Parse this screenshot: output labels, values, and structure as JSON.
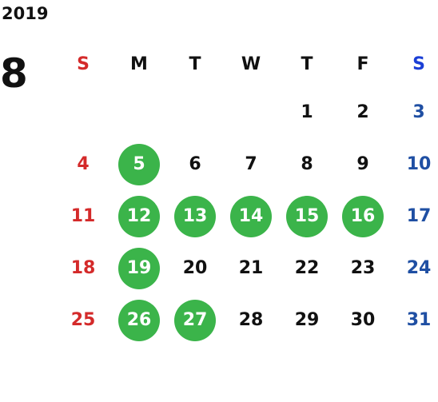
{
  "year": "2019",
  "month": "8",
  "weekdays": [
    "S",
    "M",
    "T",
    "W",
    "T",
    "F",
    "S"
  ],
  "weeks": [
    [
      "",
      "",
      "",
      "",
      "1",
      "2",
      "3"
    ],
    [
      "4",
      "5",
      "6",
      "7",
      "8",
      "9",
      "10"
    ],
    [
      "11",
      "12",
      "13",
      "14",
      "15",
      "16",
      "17"
    ],
    [
      "18",
      "19",
      "20",
      "21",
      "22",
      "23",
      "24"
    ],
    [
      "25",
      "26",
      "27",
      "28",
      "29",
      "30",
      "31"
    ]
  ],
  "highlighted_days": [
    "5",
    "12",
    "13",
    "14",
    "15",
    "16",
    "19",
    "26",
    "27"
  ],
  "colors": {
    "highlight": "#3bb44a",
    "sunday": "#d42a2a",
    "saturday": "#1f4fa3",
    "saturday_header": "#1b3fd6",
    "text": "#111111"
  }
}
